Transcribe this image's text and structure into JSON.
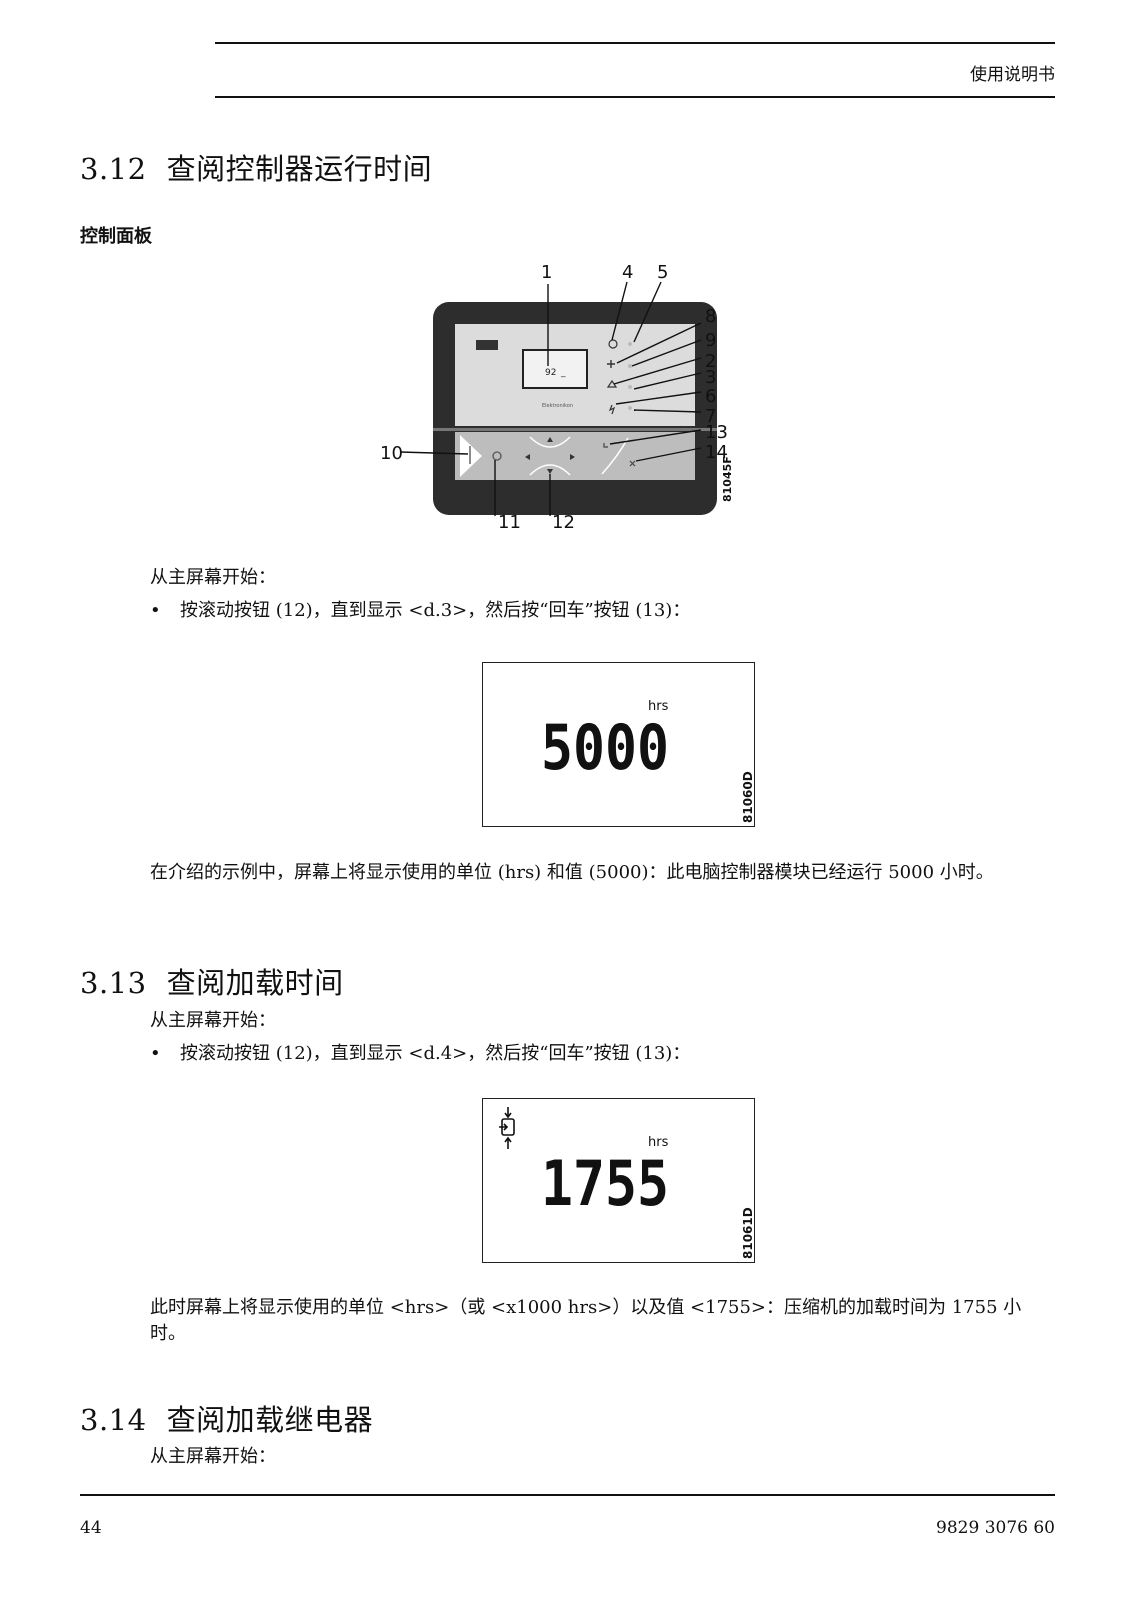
{
  "header": {
    "doc_title": "使用说明书"
  },
  "section_312": {
    "number": "3.12",
    "title": "查阅控制器运行时间",
    "subheading": "控制面板",
    "figure": {
      "callouts": [
        "1",
        "4",
        "5",
        "8",
        "9",
        "2",
        "3",
        "6",
        "7",
        "13",
        "14",
        "10",
        "11",
        "12"
      ],
      "figure_code": "81045F",
      "display_value": "92",
      "display_suffix": "_"
    },
    "intro": "从主屏幕开始：",
    "bullet": "按滚动按钮 (12)，直到显示 <d.3>，然后按“回车”按钮 (13)：",
    "lcd": {
      "unit": "hrs",
      "value": "5000",
      "figure_code": "81060D"
    },
    "explanation": "在介绍的示例中，屏幕上将显示使用的单位 (hrs) 和值 (5000)：此电脑控制器模块已经运行 5000 小时。"
  },
  "section_313": {
    "number": "3.13",
    "title": "查阅加载时间",
    "intro": "从主屏幕开始：",
    "bullet": "按滚动按钮 (12)，直到显示 <d.4>，然后按“回车”按钮 (13)：",
    "lcd": {
      "unit": "hrs",
      "value": "1755",
      "figure_code": "81061D"
    },
    "explanation": "此时屏幕上将显示使用的单位 <hrs>（或 <x1000 hrs>）以及值 <1755>：压缩机的加载时间为 1755 小时。"
  },
  "section_314": {
    "number": "3.14",
    "title": "查阅加载继电器",
    "intro": "从主屏幕开始："
  },
  "footer": {
    "page_number": "44",
    "doc_number": "9829 3076 60"
  }
}
